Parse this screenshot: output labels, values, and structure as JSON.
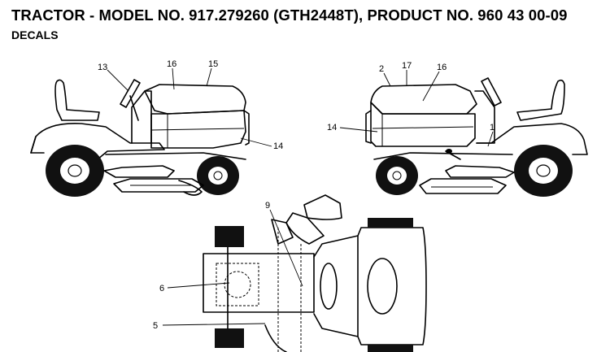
{
  "header": {
    "title": "TRACTOR - MODEL NO. 917.279260 (GTH2448T), PRODUCT NO. 960 43 00-09",
    "subtitle": "DECALS"
  },
  "callouts": {
    "left_view": {
      "n13": "13",
      "n16": "16",
      "n15": "15",
      "n14": "14"
    },
    "right_view": {
      "n2": "2",
      "n17": "17",
      "n16": "16",
      "n14": "14",
      "n1": "1"
    },
    "top_view": {
      "n9": "9",
      "n6": "6",
      "n5": "5"
    }
  }
}
